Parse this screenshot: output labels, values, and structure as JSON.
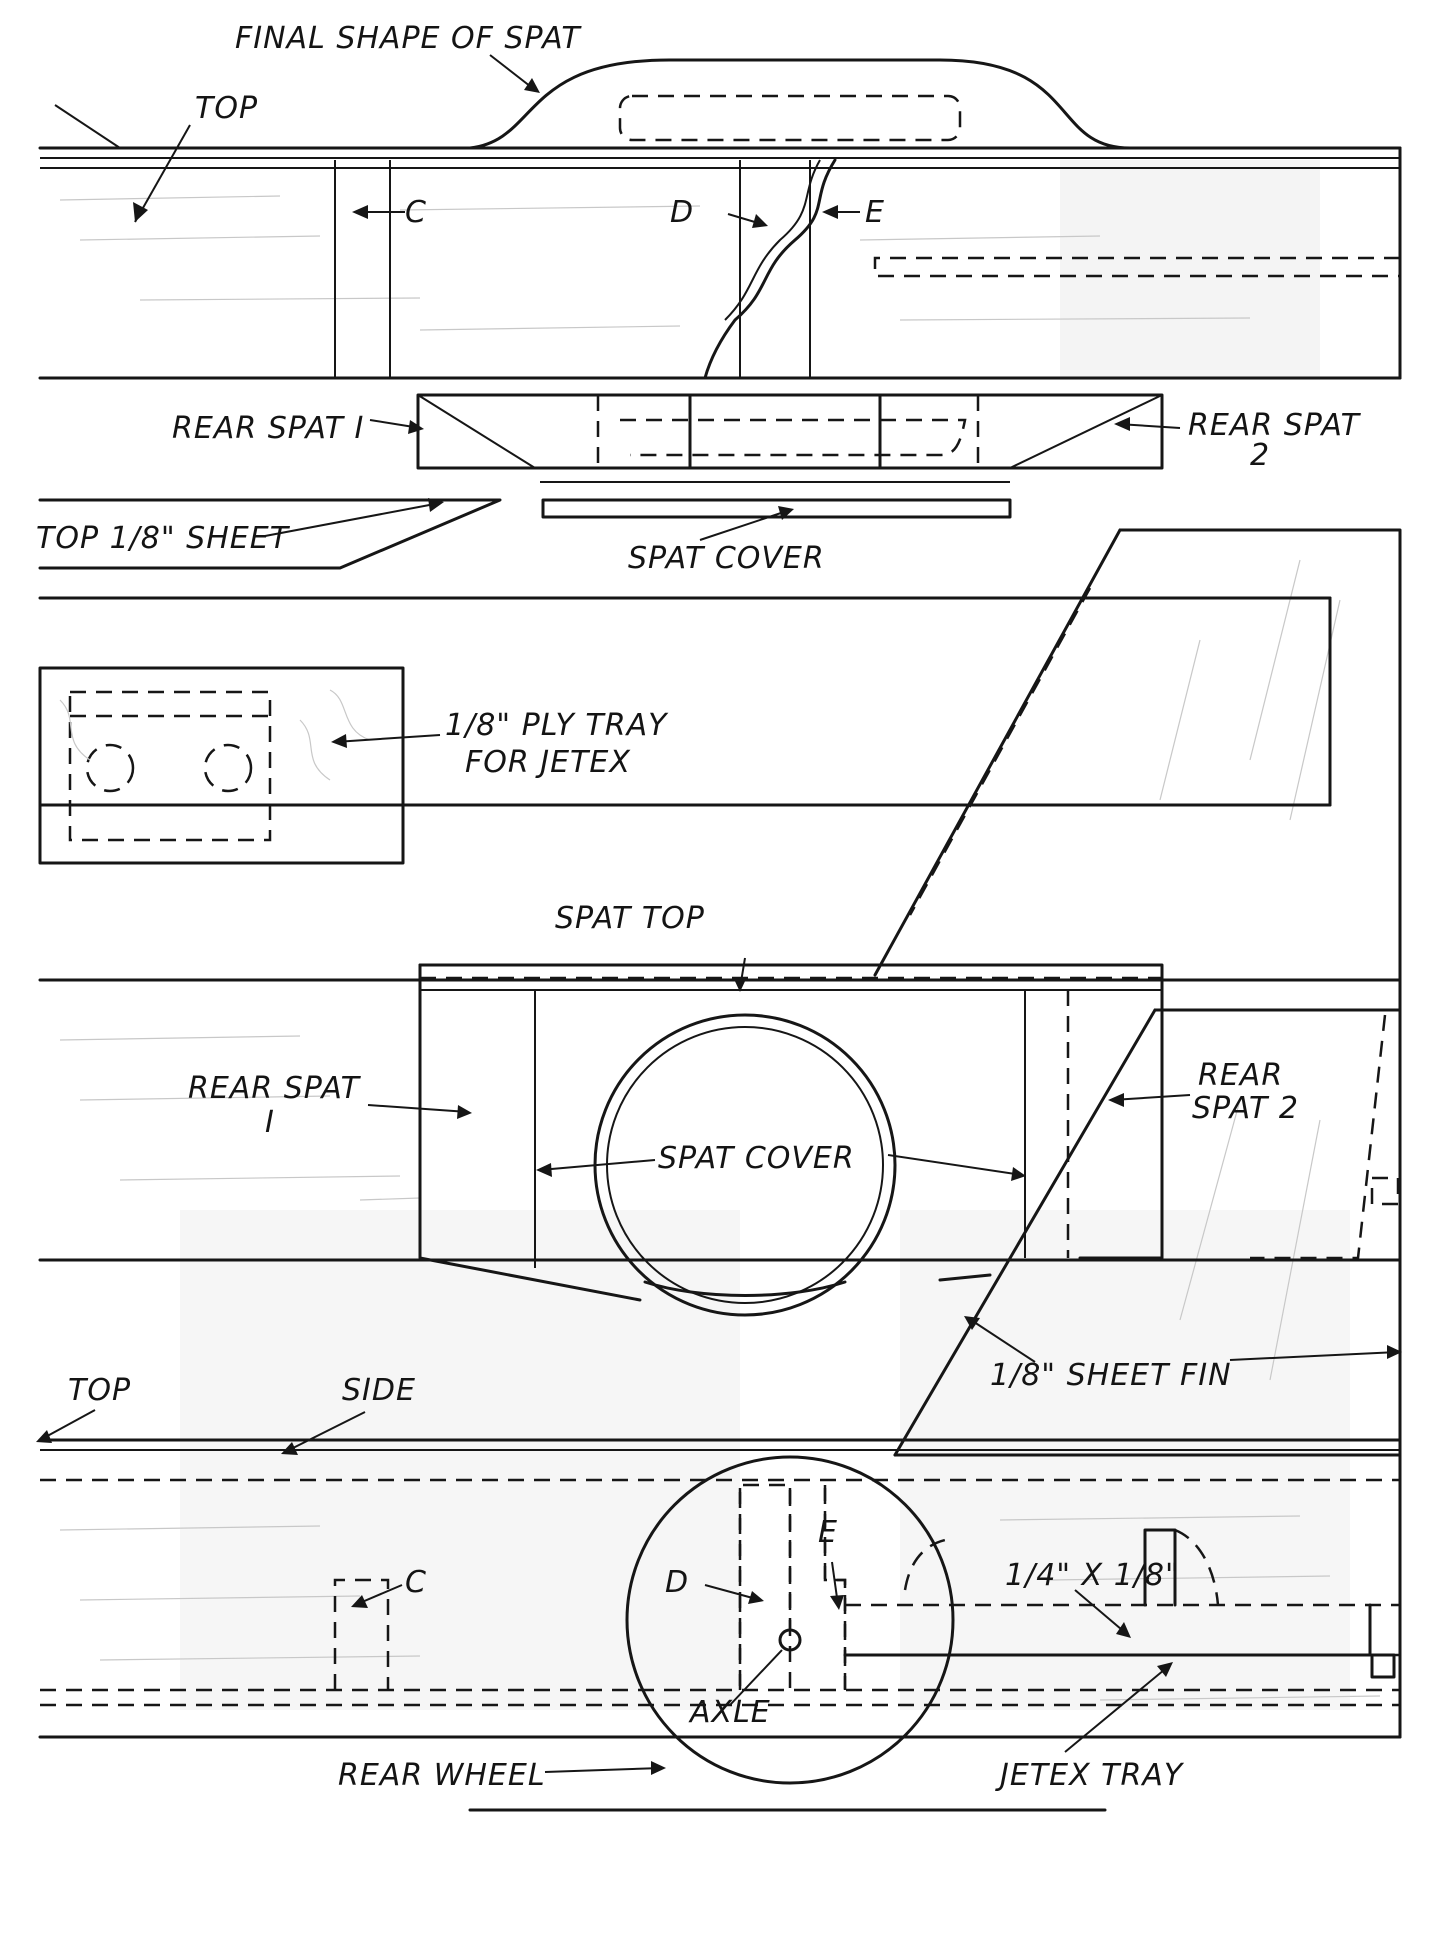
{
  "labels": {
    "final_shape": "FINAL SHAPE OF SPAT",
    "top_upper": "TOP",
    "c_upper": "C",
    "d_upper": "D",
    "e_upper": "E",
    "rear_spat_1_upper": "REAR SPAT I",
    "rear_spat_2_upper_a": "REAR SPAT",
    "rear_spat_2_upper_b": "2",
    "top_sheet": "TOP 1/8\" SHEET",
    "spat_cover_upper": "SPAT COVER",
    "ply_tray_a": "1/8\" PLY TRAY",
    "ply_tray_b": "FOR JETEX",
    "spat_top": "SPAT TOP",
    "rear_spat_1_mid_a": "REAR SPAT",
    "rear_spat_1_mid_b": "I",
    "rear_spat_2_mid_a": "REAR",
    "rear_spat_2_mid_b": "SPAT 2",
    "spat_cover_mid": "SPAT COVER",
    "sheet_fin": "1/8\" SHEET FIN",
    "top_lower": "TOP",
    "side_lower": "SIDE",
    "c_lower": "C",
    "d_lower": "D",
    "e_lower": "E",
    "strip_size": "1/4\" X 1/8\"",
    "axle": "AXLE",
    "rear_wheel": "REAR WHEEL",
    "jetex_tray": "JETEX TRAY"
  },
  "colors": {
    "ink": "#161616",
    "paper": "#ffffff",
    "wood_grain": "#c8c8c8"
  }
}
